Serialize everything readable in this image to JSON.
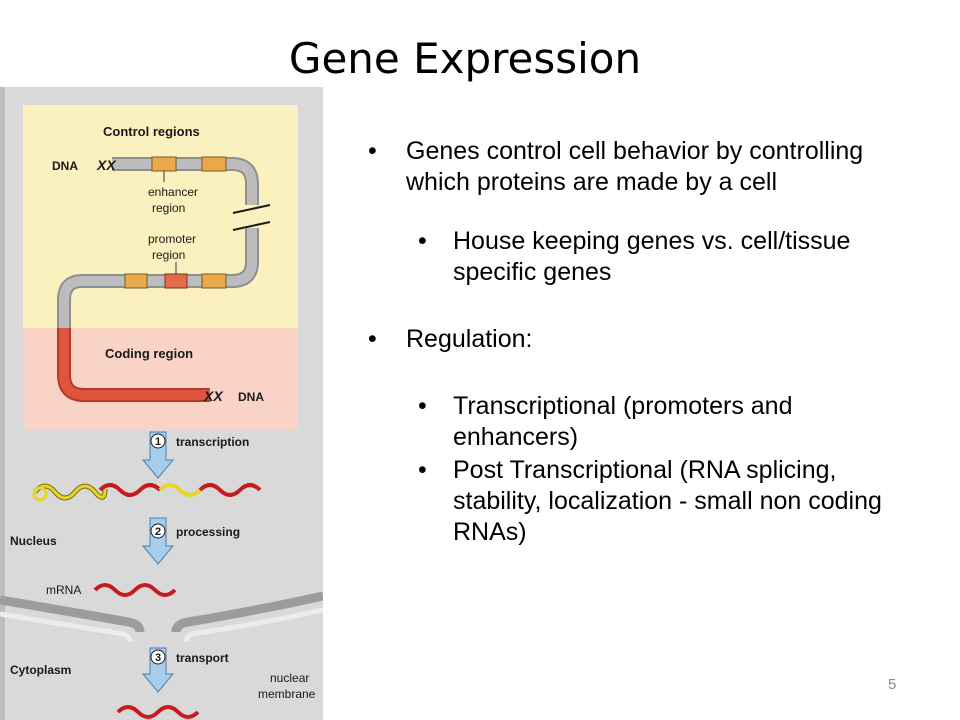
{
  "slide": {
    "title": "Gene Expression",
    "page_number": "5"
  },
  "figure": {
    "control_regions_label": "Control regions",
    "dna_label_top": "DNA",
    "enhancer_label_1": "enhancer",
    "enhancer_label_2": "region",
    "promoter_label_1": "promoter",
    "promoter_label_2": "region",
    "coding_region_label": "Coding region",
    "dna_label_bottom": "DNA",
    "steps": [
      {
        "number": "1",
        "label": "transcription"
      },
      {
        "number": "2",
        "label": "processing"
      },
      {
        "number": "3",
        "label": "transport"
      }
    ],
    "nucleus_label": "Nucleus",
    "mrna_label": "mRNA",
    "cytoplasm_label": "Cytoplasm",
    "membrane_label_1": "nuclear",
    "membrane_label_2": "membrane",
    "colors": {
      "control_bg": "#fbf1bf",
      "coding_bg": "#f9d3c6",
      "cell_bg": "#d9d9d9",
      "dna_gray": "#b4b4b4",
      "dna_red": "#e0533f",
      "enhancer_orange": "#e9a84a",
      "mrna_red": "#c8191d",
      "intron_yellow": "#e8d52a",
      "arrow_blue": "#a8cdec"
    }
  },
  "bullets": [
    {
      "level": 1,
      "text": "Genes control cell behavior by controlling which proteins are made by a cell"
    },
    {
      "level": 2,
      "text": "House keeping genes vs. cell/tissue specific genes"
    },
    {
      "level": 1,
      "text": "Regulation:"
    },
    {
      "level": 2,
      "text": "Transcriptional (promoters and enhancers)"
    },
    {
      "level": 2,
      "text": "Post Transcriptional (RNA splicing, stability, localization - small non coding RNAs)"
    }
  ]
}
